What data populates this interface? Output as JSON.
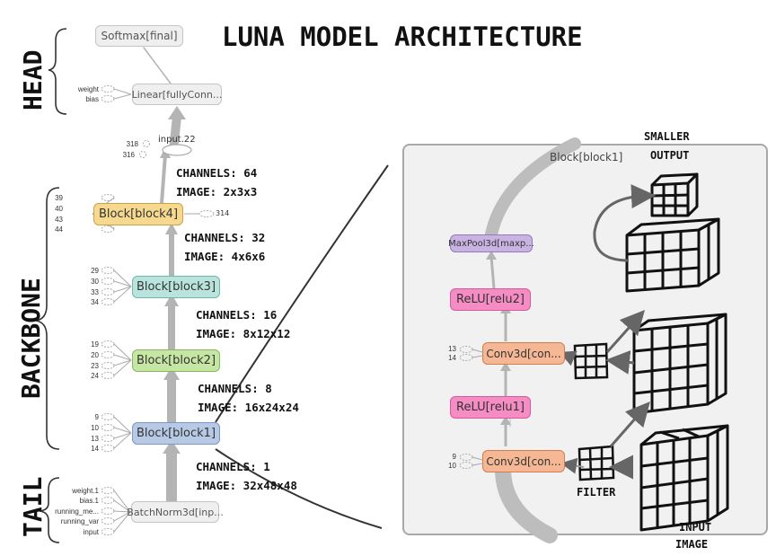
{
  "title": "LUNA MODEL ARCHITECTURE",
  "sections": {
    "head": "HEAD",
    "backbone": "BACKBONE",
    "tail": "TAIL"
  },
  "nodes": {
    "softmax": "Softmax[final]",
    "linear": "Linear[fullyConn...",
    "input22": "input.22",
    "block4": "Block[block4]",
    "block3": "Block[block3]",
    "block2": "Block[block2]",
    "block1": "Block[block1]",
    "batchnorm": "BatchNorm3d[inp..."
  },
  "inputs": {
    "linear": [
      "weight",
      "bias"
    ],
    "input22": [
      "318",
      "316"
    ],
    "block4": [
      "39",
      "40",
      "43",
      "44"
    ],
    "block4_out": "314",
    "block3": [
      "29",
      "30",
      "33",
      "34"
    ],
    "block2": [
      "19",
      "20",
      "23",
      "24"
    ],
    "block1": [
      "9",
      "10",
      "13",
      "14"
    ],
    "batchnorm": [
      "weight.1",
      "bias.1",
      "running_me...",
      "running_var",
      "input"
    ]
  },
  "annotations": [
    {
      "channels": "CHANNELS: 64",
      "image": "IMAGE: 2x3x3"
    },
    {
      "channels": "CHANNELS: 32",
      "image": "IMAGE: 4x6x6"
    },
    {
      "channels": "CHANNELS: 16",
      "image": "IMAGE: 8x12x12"
    },
    {
      "channels": "CHANNELS: 8",
      "image": "IMAGE: 16x24x24"
    },
    {
      "channels": "CHANNELS: 1",
      "image": "IMAGE: 32x48x48"
    }
  ],
  "detail": {
    "title": "Block[block1]",
    "maxpool": "MaxPool3d[maxp...",
    "relu2": "ReLU[relu2]",
    "conv2": "Conv3d[con...",
    "relu1": "ReLU[relu1]",
    "conv1": "Conv3d[con...",
    "conv2_inputs": [
      "13",
      "14"
    ],
    "conv1_inputs": [
      "9",
      "10"
    ]
  },
  "sketch": {
    "smaller_output": [
      "SMALLER",
      "OUTPUT"
    ],
    "filter": "FILTER",
    "input_image": [
      "INPUT",
      "IMAGE"
    ]
  },
  "colors": {
    "gray": "#efefef",
    "yellow": "#f6d98f",
    "teal": "#b9e4de",
    "green": "#c6e7a4",
    "blue": "#b8c9e6",
    "salmon": "#f6b894",
    "pink": "#f58cc4",
    "purple": "#c9b3e3",
    "panel": "#f1f1f1"
  }
}
